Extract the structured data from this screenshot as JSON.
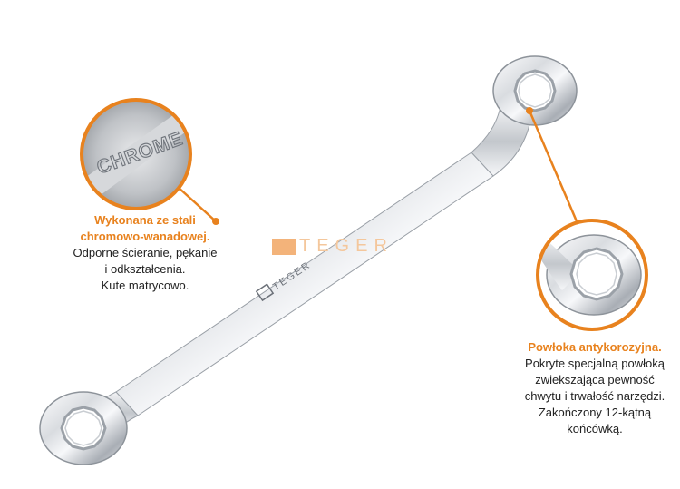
{
  "watermark": {
    "brand": "TEGER"
  },
  "wrench": {
    "engraved_text": "TEGER",
    "zoom_text": "CHROME"
  },
  "left_callout": {
    "headline_lines": [
      "Wykonana ze stali",
      "chromowo-wanadowej."
    ],
    "body_lines": [
      "Odporne ścieranie, pękanie",
      "i odkształcenia.",
      "Kute matrycowo."
    ]
  },
  "right_callout": {
    "headline_lines": [
      "Powłoka antykorozyjna."
    ],
    "body_lines": [
      "Pokryte specjalną powłoką",
      "zwiekszająca pewność",
      "chwytu i trwałość narzędzi.",
      "Zakończony 12-kątną",
      "końcówką."
    ]
  },
  "colors": {
    "accent": "#E8821E",
    "steel_light": "#F4F5F7",
    "steel_dark": "#8A8F96"
  }
}
